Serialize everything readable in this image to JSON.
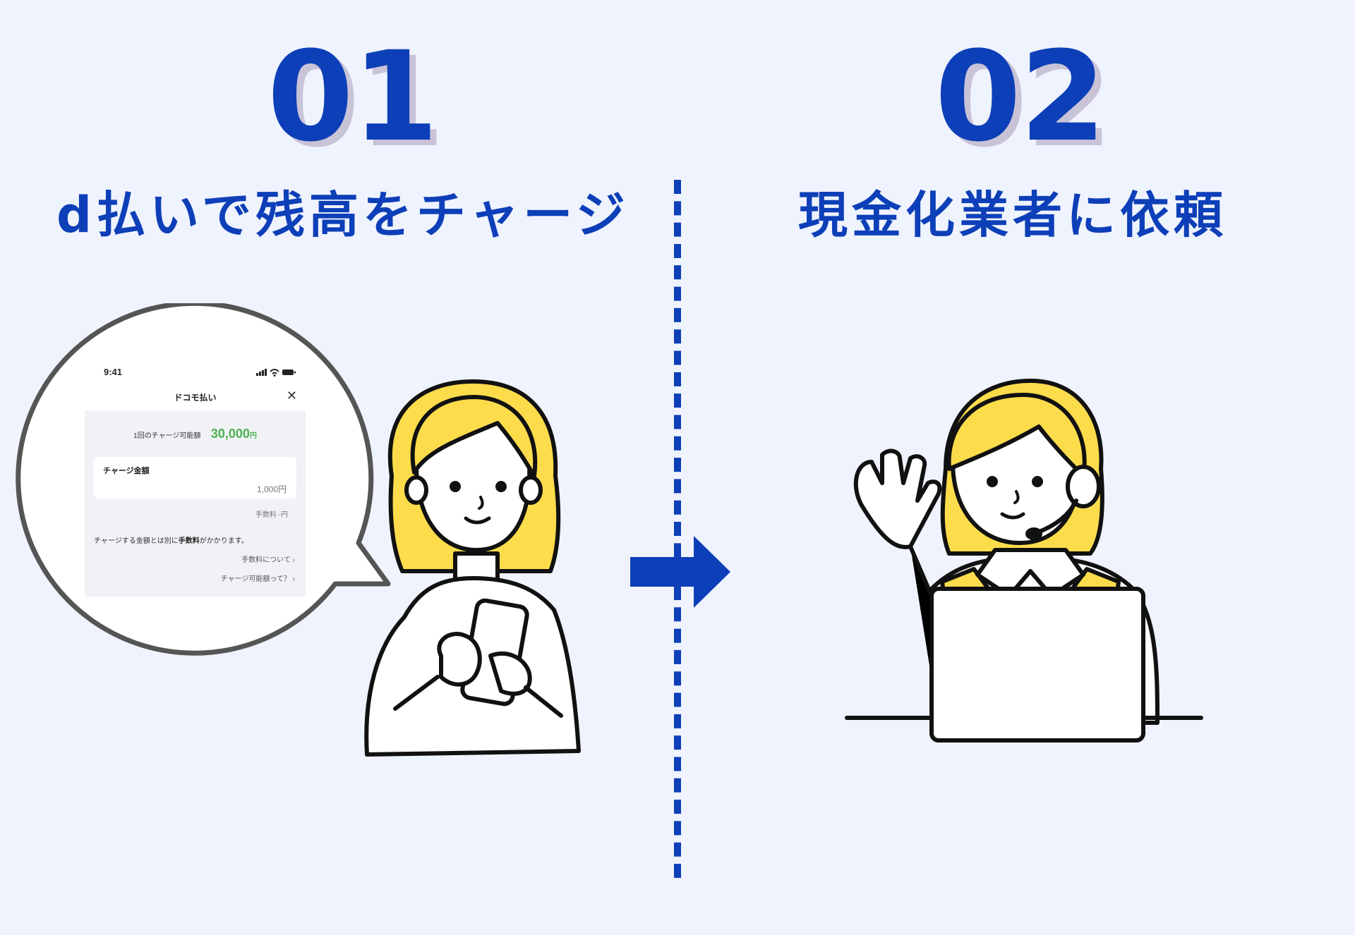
{
  "steps": [
    {
      "number": "01",
      "title": "d払いで残高をチャージ"
    },
    {
      "number": "02",
      "title": "現金化業者に依頼"
    }
  ],
  "phone_screen": {
    "time": "9:41",
    "title": "ドコモ払い",
    "limit_label": "1回のチャージ可能額",
    "limit_amount": "30,000",
    "limit_unit": "円",
    "charge_label": "チャージ金額",
    "charge_value": "1,000円",
    "fee_line": "手数料 -円",
    "note_prefix": "チャージする金額とは別に",
    "note_bold": "手数料",
    "note_suffix": "がかかります。",
    "link_fee": "手数料について ›",
    "link_limit": "チャージ可能額って？ ›"
  },
  "icons": [
    "close-icon",
    "signal-icon",
    "wifi-icon",
    "battery-icon",
    "arrow-right-icon"
  ],
  "colors": {
    "accent": "#0d3fb8",
    "background": "#eff3fd",
    "hair": "#fddc4c",
    "green": "#4db14e"
  }
}
